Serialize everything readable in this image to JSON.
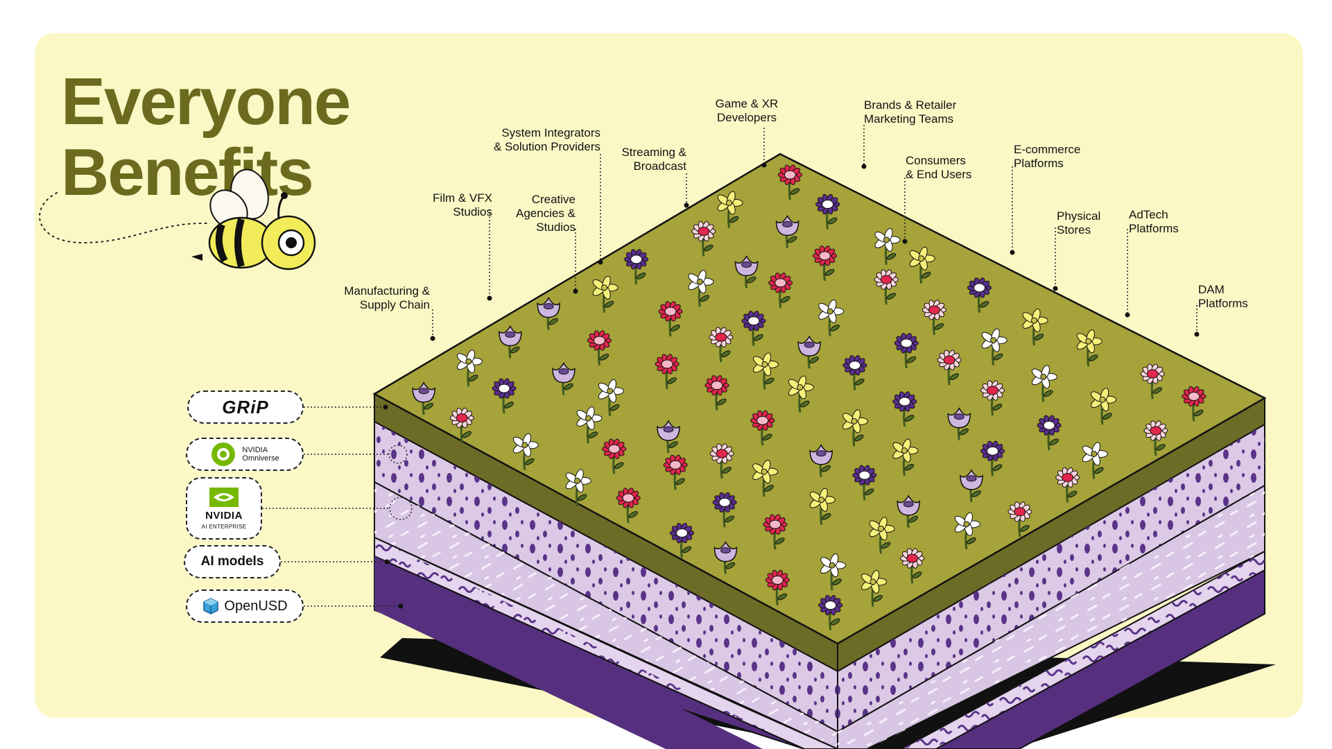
{
  "headline": {
    "line1": "Everyone",
    "line2": "Benefits"
  },
  "beneficiaries": [
    "Manufacturing &\nSupply Chain",
    "Film & VFX\nStudios",
    "Creative\nAgencies &\nStudios",
    "System Integrators\n& Solution Providers",
    "Streaming &\nBroadcast",
    "Game & XR\nDevelopers",
    "Brands & Retailer\nMarketing Teams",
    "Consumers\n& End Users",
    "E-commerce\nPlatforms",
    "Physical\nStores",
    "AdTech\nPlatforms",
    "DAM\nPlatforms"
  ],
  "layers": {
    "grip": "GRiP",
    "omniverse": {
      "line1": "NVIDIA",
      "line2": "Omniverse"
    },
    "ai_enterprise": {
      "brand": "NVIDIA",
      "sub": "AI ENTERPRISE"
    },
    "ai_models": "AI models",
    "openusd": "OpenUSD"
  },
  "colors": {
    "background": "#fbf8c6",
    "headline": "#6b6a1e",
    "grass": "#a5a33a",
    "grass_side": "#6d6c27",
    "soil_lavender": "#dcc9e6",
    "soil_dots": "#5a3488",
    "bedrock": "#56307f",
    "nvidia_green": "#76b900"
  },
  "icons": [
    "bee-icon",
    "omniverse-logo-icon",
    "nvidia-eye-icon",
    "openusd-cube-icon"
  ]
}
